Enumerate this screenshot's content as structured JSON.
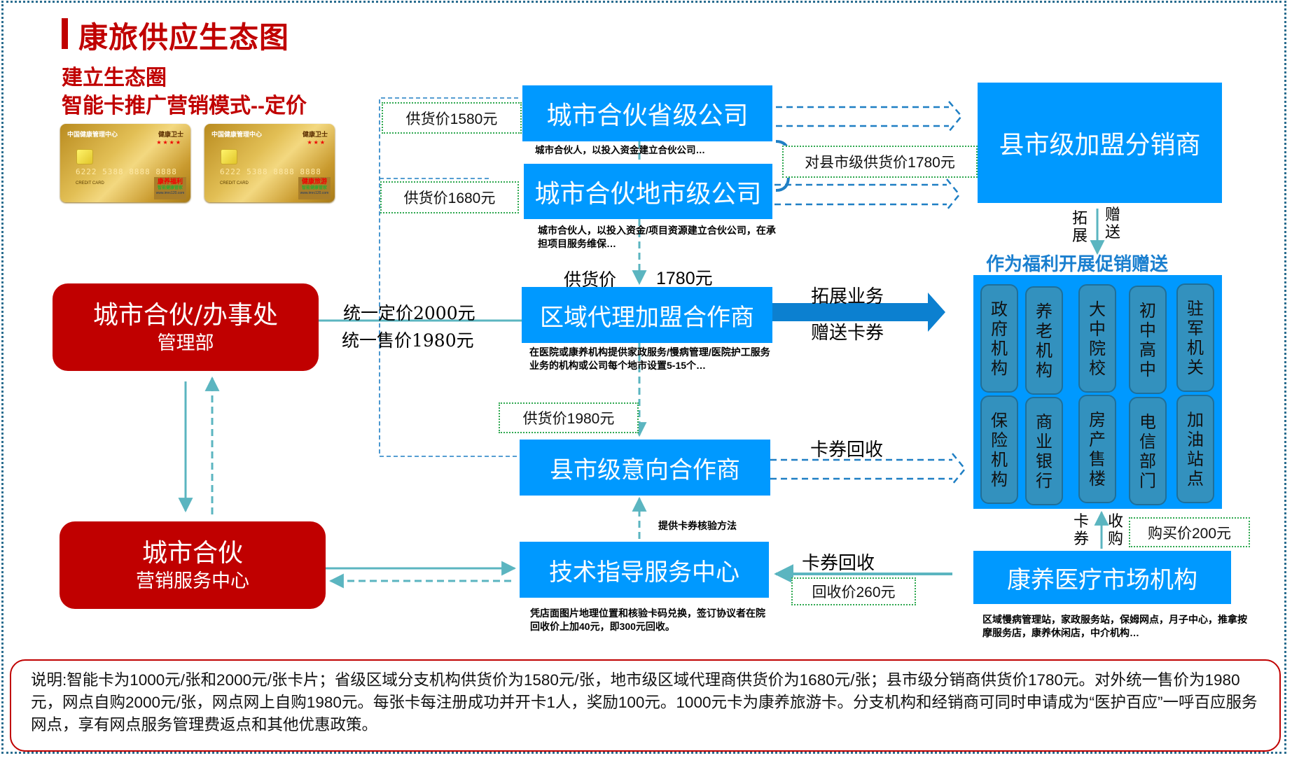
{
  "header": {
    "title": "康旅供应生态图",
    "subtitle_line1": "建立生态圈",
    "subtitle_line2": "智能卡推广营销模式--定价"
  },
  "cards": [
    {
      "org": "中国健康管理中心",
      "brand": "健康卫士",
      "stars": "★★★★",
      "number": "6222 5388 8888 8888",
      "card_type": "CREDIT CARD",
      "tag": "康养福利",
      "tag_sub": "智能健康管家",
      "url": "www.imrc120.com"
    },
    {
      "org": "中国健康管理中心",
      "brand": "健康卫士",
      "stars": "★★★",
      "number": "6222 5388 8888 8888",
      "card_type": "CREDIT CARD",
      "tag": "健康旅游",
      "tag_sub": "智能健康管家",
      "url": "www.imrc120.com"
    }
  ],
  "nodes": {
    "provincial": {
      "title": "城市合伙省级公司",
      "desc": "城市合伙人，以投入资金建立合伙公司…",
      "price": "供货价1580元"
    },
    "municipal": {
      "title": "城市合伙地市级公司",
      "desc": "城市合伙人，以投入资金/项目资源建立合伙公司，在承担项目服务维保…",
      "price": "供货价1680元"
    },
    "regional_agent": {
      "title": "区域代理加盟合作商",
      "desc": "在医院或康养机构提供家政服务/慢病管理/医院护工服务业务的机构或公司每个地市设置5-15个…",
      "price_label": "供货价",
      "price_value": "1780元"
    },
    "county_partner": {
      "title": "县市级意向合作商",
      "price": "供货价1980元"
    },
    "tech_center": {
      "title": "技术指导服务中心",
      "desc": "凭店面图片地理位置和核验卡码兑换，签订协议者在院回收价上加40元，即300元回收。",
      "provide_label": "提供卡券核验方法"
    },
    "office": {
      "title": "城市合伙/办事处",
      "subtitle": "管理部",
      "price_fixed": "统一定价2000元",
      "price_sale": "统一售价1980元"
    },
    "marketing_center": {
      "title": "城市合伙",
      "subtitle": "营销服务中心"
    },
    "county_distributor": {
      "title": "县市级加盟分销商",
      "price": "对县市级供货价1780元",
      "expand_label": "拓展",
      "gift_label": "赠送"
    },
    "medical_market": {
      "title": "康养医疗市场机构",
      "desc": "区域慢病管理站，家政服务站，保姆网点，月子中心，推拿按摩服务店，康养休闲店，中介机构…",
      "card_label": "卡券",
      "buy_label": "收购",
      "buy_price": "购买价200元"
    }
  },
  "flows": {
    "expand_business": "拓展业务",
    "gift_coupons": "赠送卡券",
    "coupon_recycle_top": "卡券回收",
    "coupon_recycle_bottom": "卡券回收",
    "recycle_price": "回收价260元"
  },
  "welfare": {
    "heading": "作为福利开展促销赠送",
    "orgs_row1": [
      "政府机构",
      "养老机构",
      "大中院校",
      "初中高中",
      "驻军机关"
    ],
    "orgs_row2": [
      "保险机构",
      "商业银行",
      "房产售楼",
      "电信部门",
      "加油站点"
    ]
  },
  "note": {
    "text": "说明:智能卡为1000元/张和2000元/张卡片；省级区域分支机构供货价为1580元/张，地市级区域代理商供货价为1680元/张；县市级分销商供货价1780元。对外统一售价为1980元，网点自购2000元/张，网点网上自购1980元。每张卡每注册成功并开卡1人，奖励100元。1000元卡为康养旅游卡。分支机构和经销商可同时申请成为“医护百应”一呼百应服务网点，享有网点服务管理费返点和其他优惠政策。"
  },
  "colors": {
    "brand_red": "#c00000",
    "node_blue": "#0099ff",
    "tile_blue": "#3391be",
    "connector_teal": "#5bb5c0",
    "dashed_blue": "#1f7fc4",
    "price_border_green": "#2ea84f",
    "heading_blue": "#1a7fcf"
  }
}
